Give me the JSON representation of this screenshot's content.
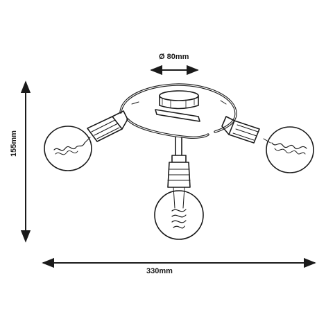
{
  "dimensions": {
    "diameter_label": "Ø 80mm",
    "height_label": "155mm",
    "width_label": "330mm"
  },
  "colors": {
    "line": "#1a1a1a",
    "background": "#ffffff"
  }
}
